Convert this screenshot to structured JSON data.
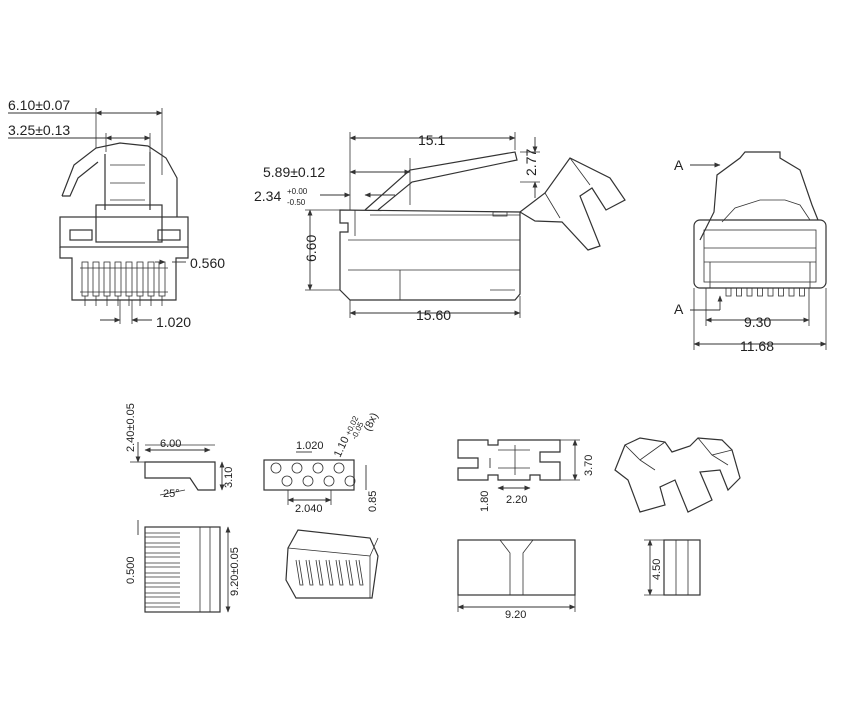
{
  "front_view": {
    "dim_width": "6.10±0.07",
    "dim_inner": "3.25±0.13",
    "dim_pin_width": "0.560",
    "dim_pin_pitch": "1.020"
  },
  "side_view": {
    "dim_length_top": "15.1",
    "dim_tab_height": "2.77",
    "dim_latch": "5.89±0.12",
    "dim_step": "2.34",
    "dim_step_tol_plus": "+0.00",
    "dim_step_tol_minus": "-0.50",
    "dim_height": "6.60",
    "dim_length_bottom": "15.60"
  },
  "back_view": {
    "section_label_top": "A",
    "section_label_bottom": "A",
    "dim_inner_width": "9.30",
    "dim_outer_width": "11.68"
  },
  "details": {
    "contact_height": "2.40±0.05",
    "contact_length": "6.00",
    "contact_angle": "25°",
    "contact_thickness": "3.10",
    "hole_pitch": "1.020",
    "hole_diameter": "1.10",
    "hole_tol_plus": "+0.02",
    "hole_tol_minus": "-0.05",
    "hole_count": "(8x)",
    "hole_row_offset": "2.040",
    "hole_margin": "0.85",
    "bar_depth": "1.80",
    "bar_gap": "2.20",
    "bar_height": "3.70",
    "comb_pitch": "0.500",
    "comb_width": "9.20±0.05",
    "block_width": "9.20",
    "small_block_height": "4.50"
  }
}
